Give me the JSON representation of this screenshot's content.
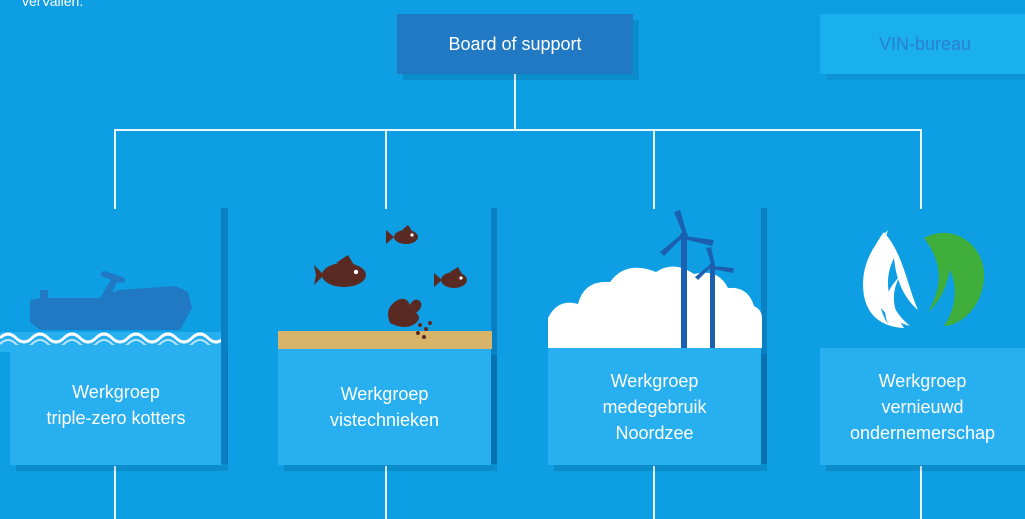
{
  "top_snippet": "verVallen.",
  "board": {
    "label": "Board of support"
  },
  "vin": {
    "label": "VIN-bureau"
  },
  "groups": [
    {
      "line1": "Werkgroep",
      "line2": "triple-zero kotters",
      "line3": "",
      "icon": "boat-icon"
    },
    {
      "line1": "Werkgroep",
      "line2": "vistechnieken",
      "line3": "",
      "icon": "fish-icon"
    },
    {
      "line1": "Werkgroep",
      "line2": "medegebruik",
      "line3": "Noordzee",
      "icon": "wind-turbine-icon"
    },
    {
      "line1": "Werkgroep",
      "line2": "vernieuwd",
      "line3": "ondernemerschap",
      "icon": "leaf-icon"
    }
  ],
  "colors": {
    "background": "#0d9ee3",
    "board_box": "#2179c4",
    "vin_box": "#1ab0f0",
    "panel": "#27aff0",
    "connector": "#e8f6fd",
    "fish": "#5a2a22",
    "sand": "#d8b36a",
    "leaf_green": "#3fae3a"
  }
}
